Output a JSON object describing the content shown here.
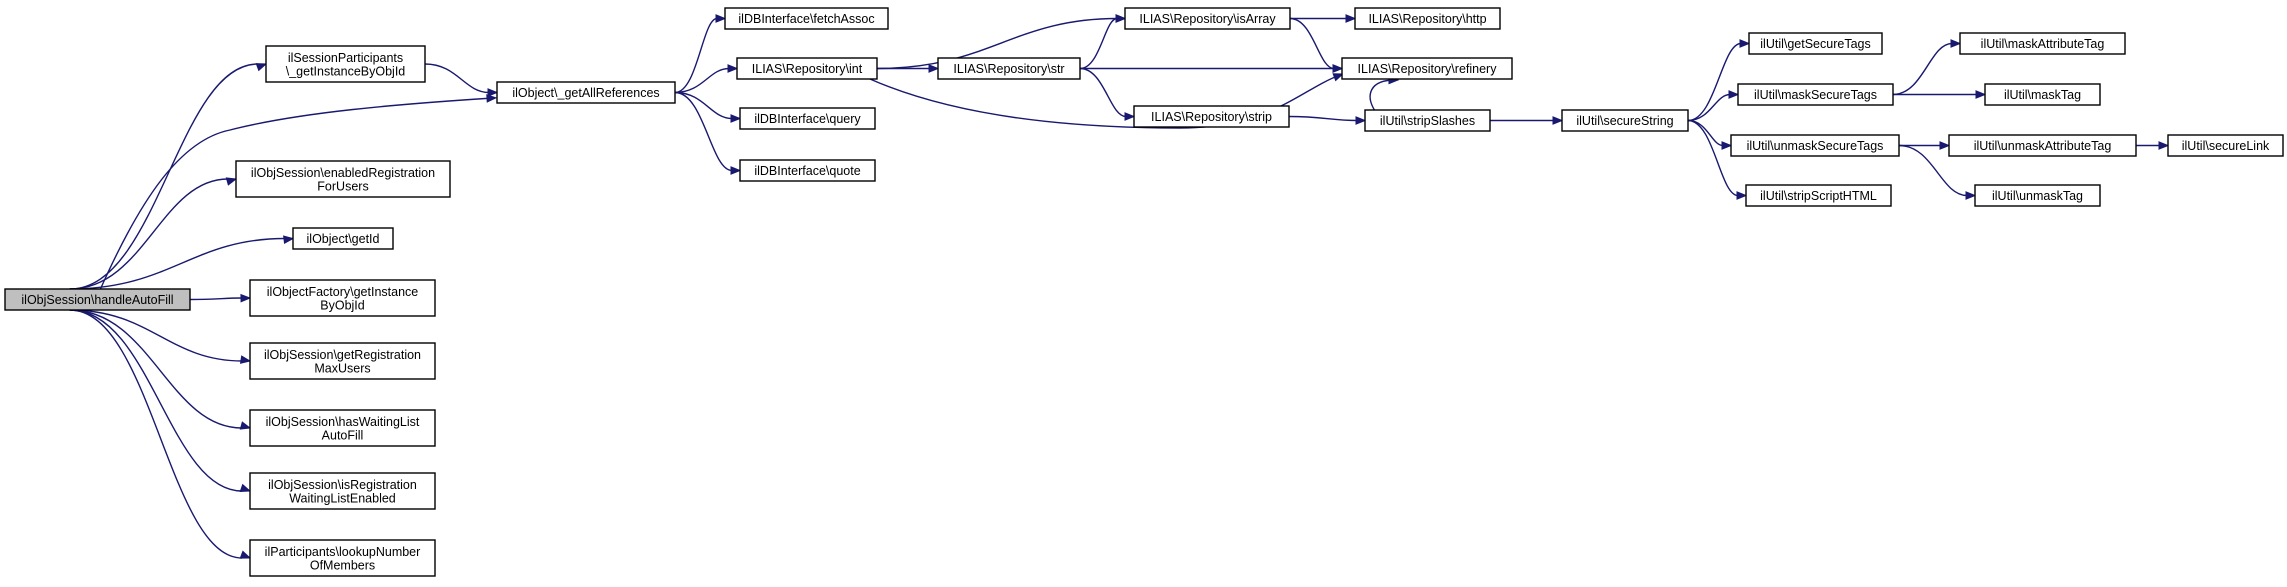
{
  "graph": {
    "colors": {
      "edge": "#191970",
      "root_fill": "#bfbfbf",
      "node_fill": "#ffffff",
      "node_border": "#000000"
    },
    "root": "n0",
    "nodes": [
      {
        "id": "n0",
        "lines": [
          "ilObjSession\\handleAutoFill"
        ]
      },
      {
        "id": "n1",
        "lines": [
          "ilSessionParticipants",
          "\\_getInstanceByObjId"
        ]
      },
      {
        "id": "n2",
        "lines": [
          "ilObject\\_getAllReferences"
        ]
      },
      {
        "id": "n3",
        "lines": [
          "ilObjSession\\enabledRegistration",
          "ForUsers"
        ]
      },
      {
        "id": "n4",
        "lines": [
          "ilObject\\getId"
        ]
      },
      {
        "id": "n5",
        "lines": [
          "ilObjectFactory\\getInstance",
          "ByObjId"
        ]
      },
      {
        "id": "n6",
        "lines": [
          "ilObjSession\\getRegistration",
          "MaxUsers"
        ]
      },
      {
        "id": "n7",
        "lines": [
          "ilObjSession\\hasWaitingList",
          "AutoFill"
        ]
      },
      {
        "id": "n8",
        "lines": [
          "ilObjSession\\isRegistration",
          "WaitingListEnabled"
        ]
      },
      {
        "id": "n9",
        "lines": [
          "ilParticipants\\lookupNumber",
          "OfMembers"
        ]
      },
      {
        "id": "n10",
        "lines": [
          "ilDBInterface\\fetchAssoc"
        ]
      },
      {
        "id": "n11",
        "lines": [
          "ILIAS\\Repository\\int"
        ]
      },
      {
        "id": "n12",
        "lines": [
          "ilDBInterface\\query"
        ]
      },
      {
        "id": "n13",
        "lines": [
          "ilDBInterface\\quote"
        ]
      },
      {
        "id": "n14",
        "lines": [
          "ILIAS\\Repository\\isArray"
        ]
      },
      {
        "id": "n15",
        "lines": [
          "ILIAS\\Repository\\str"
        ]
      },
      {
        "id": "n16",
        "lines": [
          "ILIAS\\Repository\\refinery"
        ]
      },
      {
        "id": "n17",
        "lines": [
          "ILIAS\\Repository\\http"
        ]
      },
      {
        "id": "n18",
        "lines": [
          "ILIAS\\Repository\\strip"
        ]
      },
      {
        "id": "n19",
        "lines": [
          "ilUtil\\stripSlashes"
        ]
      },
      {
        "id": "n20",
        "lines": [
          "ilUtil\\secureString"
        ]
      },
      {
        "id": "n21",
        "lines": [
          "ilUtil\\getSecureTags"
        ]
      },
      {
        "id": "n22",
        "lines": [
          "ilUtil\\maskSecureTags"
        ]
      },
      {
        "id": "n23",
        "lines": [
          "ilUtil\\unmaskSecureTags"
        ]
      },
      {
        "id": "n24",
        "lines": [
          "ilUtil\\stripScriptHTML"
        ]
      },
      {
        "id": "n25",
        "lines": [
          "ilUtil\\maskAttributeTag"
        ]
      },
      {
        "id": "n26",
        "lines": [
          "ilUtil\\maskTag"
        ]
      },
      {
        "id": "n27",
        "lines": [
          "ilUtil\\unmaskAttributeTag"
        ]
      },
      {
        "id": "n28",
        "lines": [
          "ilUtil\\unmaskTag"
        ]
      },
      {
        "id": "n29",
        "lines": [
          "ilUtil\\secureLink"
        ]
      }
    ],
    "edges": [
      [
        "n0",
        "n1"
      ],
      [
        "n0",
        "n2"
      ],
      [
        "n0",
        "n3"
      ],
      [
        "n0",
        "n4"
      ],
      [
        "n0",
        "n5"
      ],
      [
        "n0",
        "n6"
      ],
      [
        "n0",
        "n7"
      ],
      [
        "n0",
        "n8"
      ],
      [
        "n0",
        "n9"
      ],
      [
        "n1",
        "n2"
      ],
      [
        "n2",
        "n10"
      ],
      [
        "n2",
        "n11"
      ],
      [
        "n2",
        "n12"
      ],
      [
        "n2",
        "n13"
      ],
      [
        "n11",
        "n14"
      ],
      [
        "n11",
        "n15"
      ],
      [
        "n11",
        "n16"
      ],
      [
        "n15",
        "n14"
      ],
      [
        "n15",
        "n16"
      ],
      [
        "n15",
        "n18"
      ],
      [
        "n14",
        "n17"
      ],
      [
        "n14",
        "n16"
      ],
      [
        "n18",
        "n19"
      ],
      [
        "n19",
        "n16"
      ],
      [
        "n19",
        "n20"
      ],
      [
        "n20",
        "n21"
      ],
      [
        "n20",
        "n22"
      ],
      [
        "n20",
        "n23"
      ],
      [
        "n20",
        "n24"
      ],
      [
        "n22",
        "n25"
      ],
      [
        "n22",
        "n26"
      ],
      [
        "n23",
        "n27"
      ],
      [
        "n23",
        "n28"
      ],
      [
        "n27",
        "n29"
      ]
    ]
  }
}
